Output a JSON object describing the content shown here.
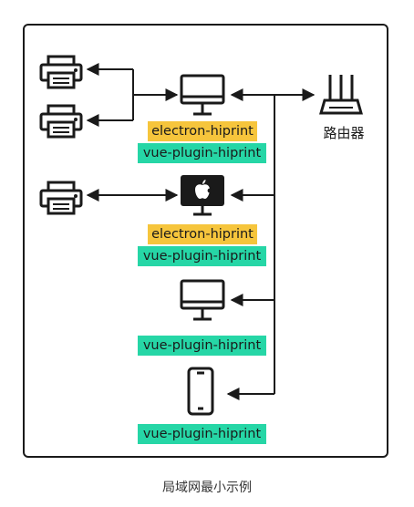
{
  "caption": "局域网最小示例",
  "router": {
    "label": "路由器"
  },
  "labels": {
    "electron": "electron-hiprint",
    "vue": "vue-plugin-hiprint"
  },
  "colors": {
    "electron_bg": "#f6c53c",
    "vue_bg": "#26d6a6",
    "stroke": "#1a1a1a"
  },
  "icons": [
    "printer-icon",
    "monitor-icon",
    "apple-monitor-icon",
    "phone-icon",
    "router-icon"
  ]
}
